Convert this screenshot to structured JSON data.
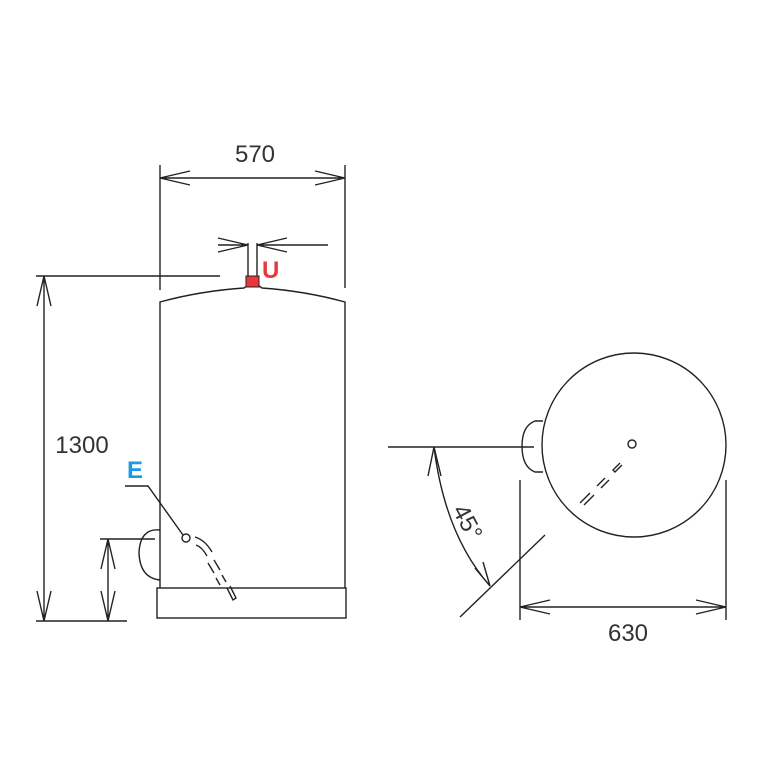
{
  "dimensions": {
    "width": "570",
    "height": "1300",
    "depth": "630",
    "angle": "45°"
  },
  "labels": {
    "outlet": "U",
    "inlet": "E"
  },
  "colors": {
    "outlet": "#e8383d",
    "inlet": "#1a9be6",
    "line": "#222222"
  }
}
